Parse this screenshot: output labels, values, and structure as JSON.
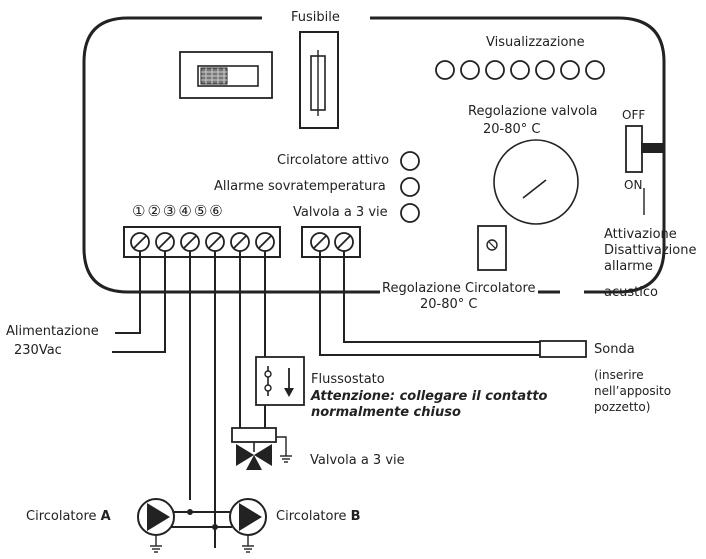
{
  "labels": {
    "fuse": "Fusibile",
    "display": "Visualizzazione",
    "valve_adjust_title": "Regolazione valvola",
    "valve_adjust_range": "20-80° C",
    "switch_off": "OFF",
    "switch_on": "ON",
    "circulator_active": "Circolatore attivo",
    "overtemp_alarm": "Allarme sovratemperatura",
    "valve_3way_indicator": "Valvola a 3 vie",
    "alarm_toggle_line1": "Attivazione",
    "alarm_toggle_line2": "Disattivazione",
    "alarm_toggle_line3": "allarme",
    "alarm_toggle_line4": "acustico",
    "circulator_adjust_title": "Regolazione Circolatore",
    "circulator_adjust_range": "20-80° C",
    "power_line1": "Alimentazione",
    "power_line2": "230Vac",
    "probe": "Sonda",
    "probe_note_line1": "(inserire",
    "probe_note_line2": "nell’apposito",
    "probe_note_line3": "pozzetto)",
    "flow_switch": "Flussostato",
    "warning_line1": "Attenzione: collegare il contatto",
    "warning_line2": "normalmente chiuso",
    "valve_3way": "Valvola a 3 vie",
    "circulator_a_prefix": "Circolatore ",
    "circulator_a_letter": "A",
    "circulator_b_prefix": "Circolatore ",
    "circulator_b_letter": "B"
  },
  "terminals": [
    "①",
    "②",
    "③",
    "④",
    "⑤",
    "⑥"
  ],
  "display_led_count": 7
}
